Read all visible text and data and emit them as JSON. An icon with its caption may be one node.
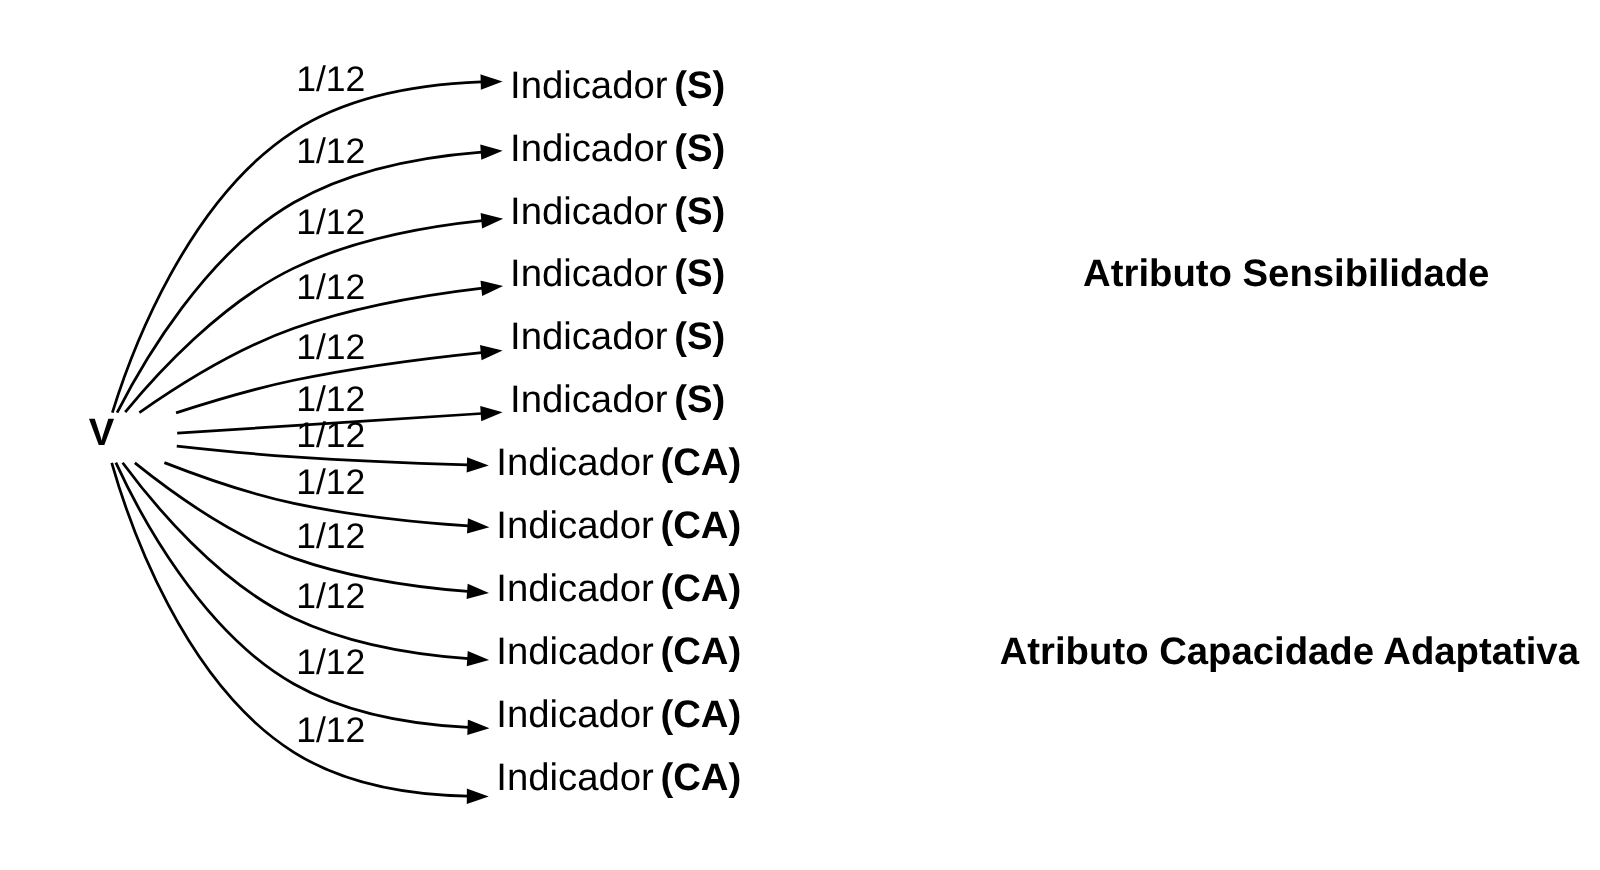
{
  "diagram": {
    "nodes": [
      {
        "text": [
          "V"
        ]
      },
      {
        "text": [
          "Indicador **(S)**"
        ]
      },
      {
        "text": [
          "Indicador **(S)**"
        ]
      },
      {
        "text": [
          "Indicador **(S)**"
        ]
      },
      {
        "text": [
          "Indicador **(S)**"
        ]
      },
      {
        "text": [
          "Indicador **(S)**"
        ]
      },
      {
        "text": [
          "Indicador **(S)**"
        ]
      },
      {
        "text": [
          "Indicador **(CA)**"
        ]
      },
      {
        "text": [
          "Indicador **(CA)**"
        ]
      },
      {
        "text": [
          "Indicador **(CA)**"
        ]
      },
      {
        "text": [
          "Indicador **(CA)**"
        ]
      },
      {
        "text": [
          "Indicador **(CA)**"
        ]
      },
      {
        "text": [
          "Indicador **(CA)**"
        ]
      }
    ],
    "edges": [
      {
        "from": 0,
        "to": 1,
        "arrow": "to",
        "label": "1/12"
      },
      {
        "from": 0,
        "to": 2,
        "arrow": "to",
        "label": "1/12"
      },
      {
        "from": 0,
        "to": 3,
        "arrow": "to",
        "label": "1/12"
      },
      {
        "from": 0,
        "to": 4,
        "arrow": "to",
        "label": "1/12"
      },
      {
        "from": 0,
        "to": 5,
        "arrow": "to",
        "label": "1/12"
      },
      {
        "from": 0,
        "to": 6,
        "arrow": "to",
        "label": "1/12"
      },
      {
        "from": 0,
        "to": 7,
        "arrow": "to",
        "label": "1/12"
      },
      {
        "from": 0,
        "to": 8,
        "arrow": "to",
        "label": "1/12"
      },
      {
        "from": 0,
        "to": 9,
        "arrow": "to",
        "label": "1/12"
      },
      {
        "from": 0,
        "to": 10,
        "arrow": "to",
        "label": "1/12"
      },
      {
        "from": 0,
        "to": 11,
        "arrow": "to",
        "label": "1/12"
      },
      {
        "from": 0,
        "to": 12,
        "arrow": "to",
        "label": "1/12"
      }
    ],
    "labels": [
      "Atributo Sensibilidade",
      "Atributo Capacidade Adaptativa"
    ]
  }
}
